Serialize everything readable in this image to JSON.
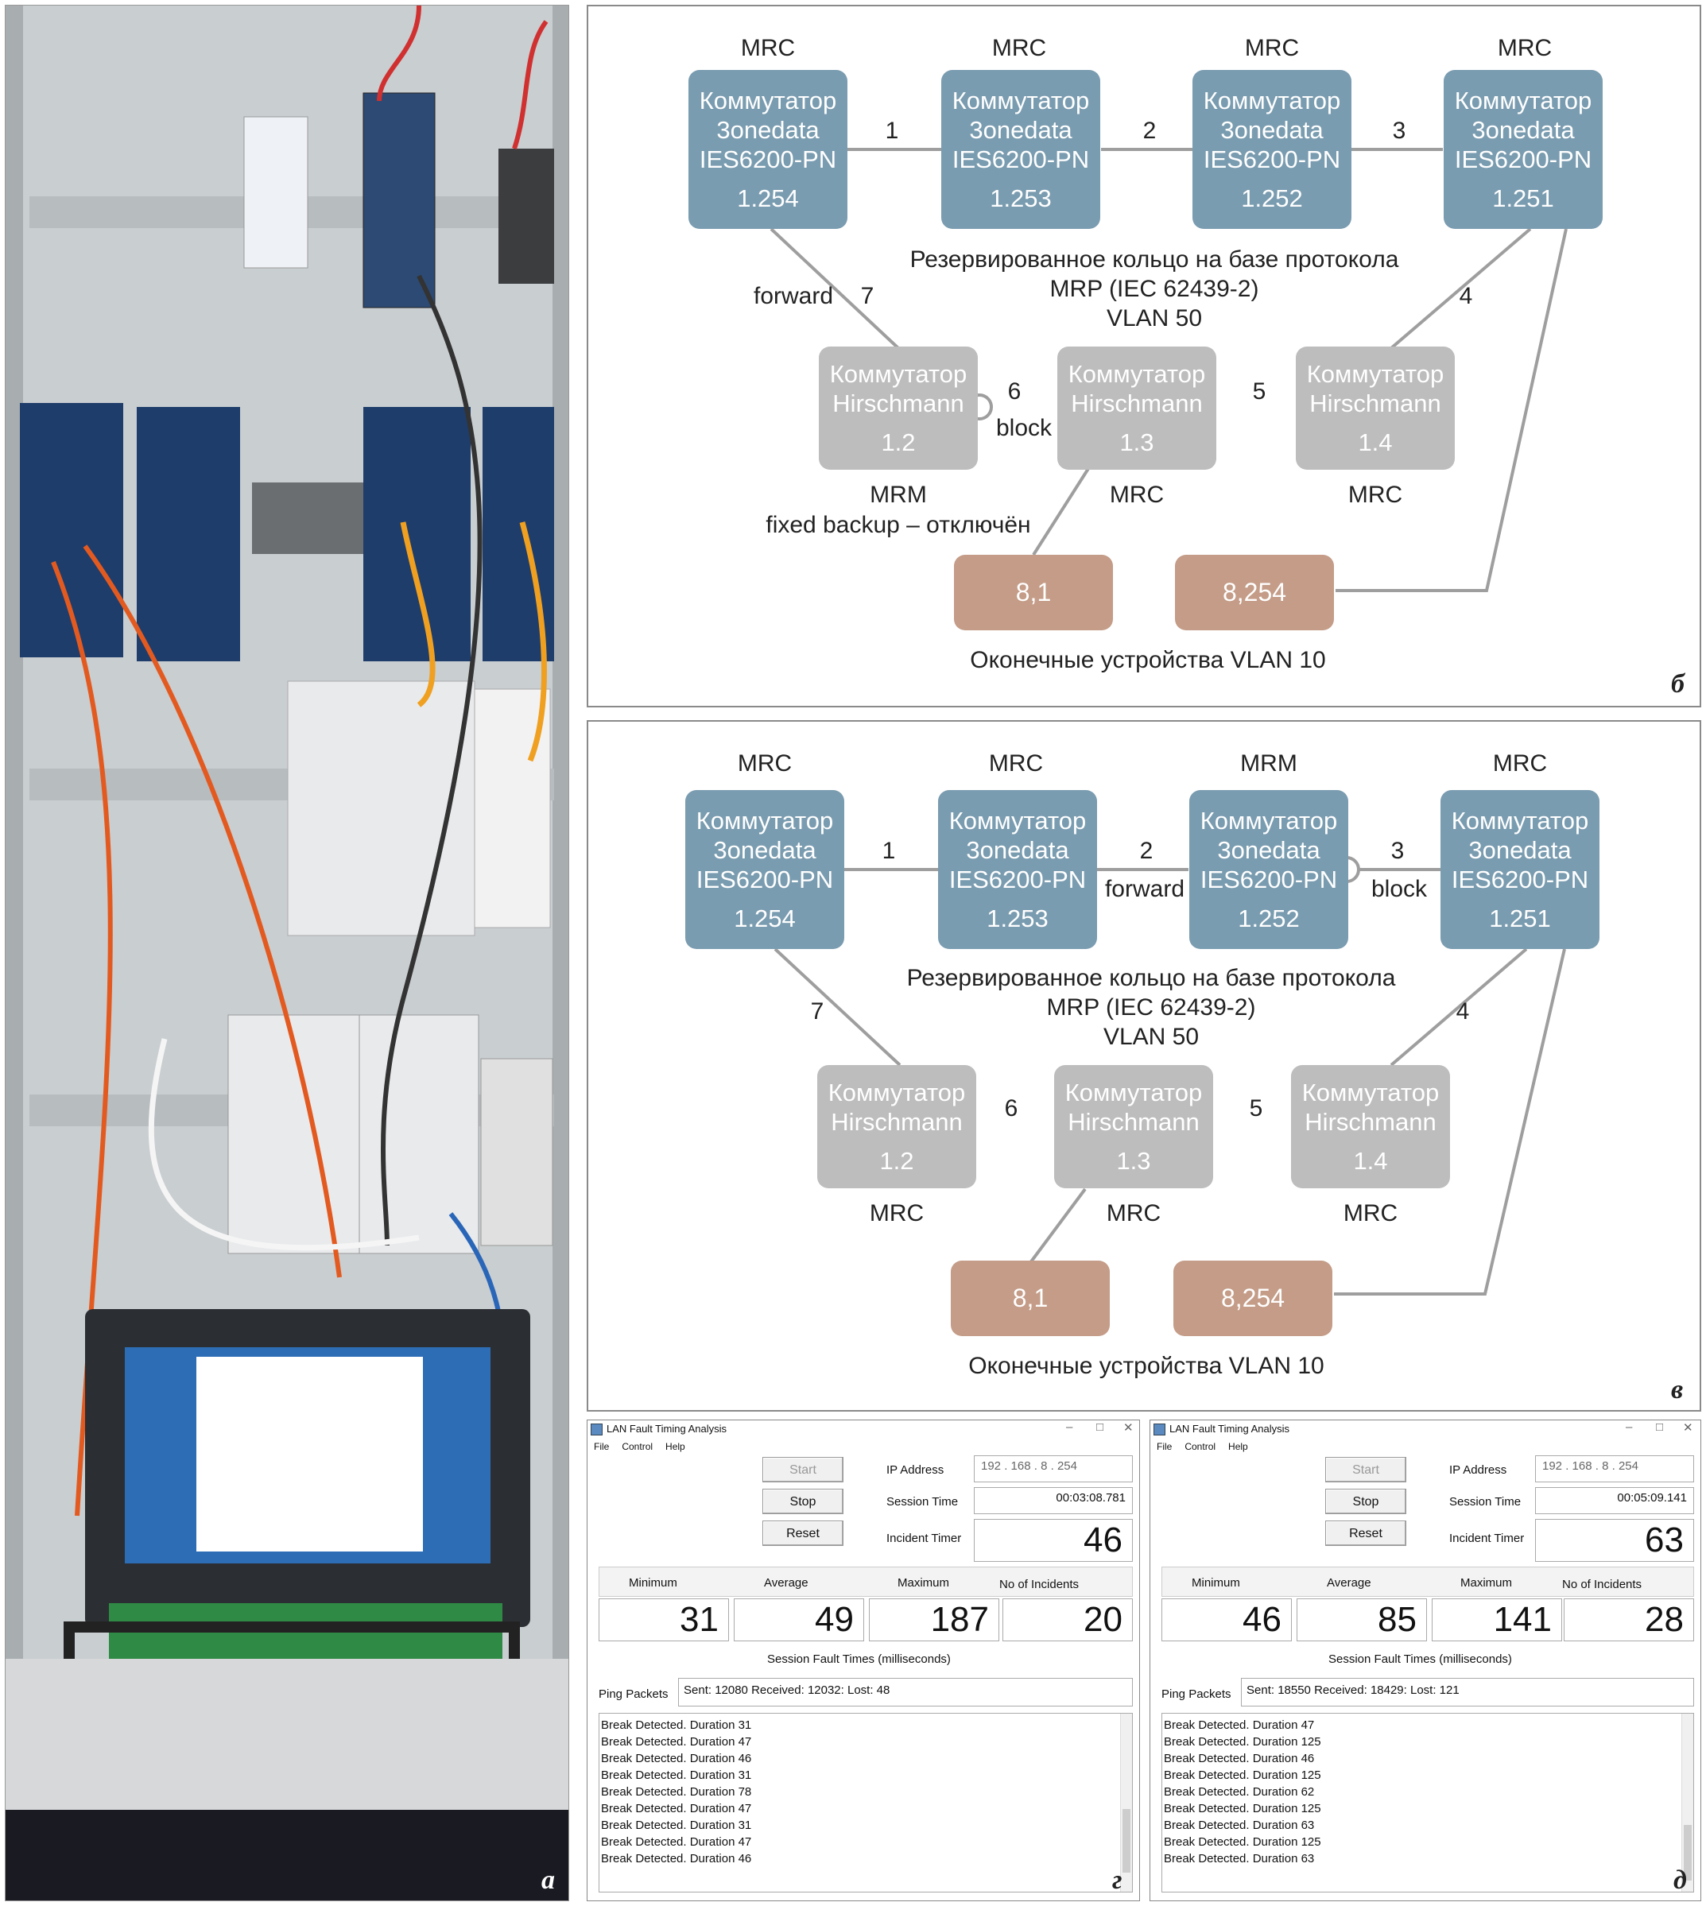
{
  "panels": {
    "a": "а",
    "b": "б",
    "v": "в",
    "g": "г",
    "d": "д"
  },
  "diagram_b": {
    "top_nodes": [
      {
        "role": "MRC",
        "line1": "Коммутатор",
        "line2": "3onedata",
        "line3": "IES6200-PN",
        "ip": "1.254"
      },
      {
        "role": "MRC",
        "line1": "Коммутатор",
        "line2": "3onedata",
        "line3": "IES6200-PN",
        "ip": "1.253"
      },
      {
        "role": "MRC",
        "line1": "Коммутатор",
        "line2": "3onedata",
        "line3": "IES6200-PN",
        "ip": "1.252"
      },
      {
        "role": "MRC",
        "line1": "Коммутатор",
        "line2": "3onedata",
        "line3": "IES6200-PN",
        "ip": "1.251"
      }
    ],
    "bottom_nodes": [
      {
        "line1": "Коммутатор",
        "line2": "Hirschmann",
        "ip": "1.2",
        "role": "MRM",
        "role2": "fixed backup – отключён"
      },
      {
        "line1": "Коммутатор",
        "line2": "Hirschmann",
        "ip": "1.3",
        "role": "MRC",
        "role2": ""
      },
      {
        "line1": "Коммутатор",
        "line2": "Hirschmann",
        "ip": "1.4",
        "role": "MRC",
        "role2": ""
      }
    ],
    "links": {
      "l1": "1",
      "l2": "2",
      "l3": "3",
      "l4": "4",
      "l5": "5",
      "l6": "6",
      "l7": "7",
      "forward": "forward",
      "block": "block"
    },
    "ring_text": [
      "Резервированное кольцо на базе протокола",
      "MRP (IEC 62439-2)",
      "VLAN 50"
    ],
    "end_devices": [
      "8,1",
      "8,254"
    ],
    "end_caption": "Оконечные устройства VLAN 10"
  },
  "diagram_v": {
    "top_nodes": [
      {
        "role": "MRC",
        "line1": "Коммутатор",
        "line2": "3onedata",
        "line3": "IES6200-PN",
        "ip": "1.254"
      },
      {
        "role": "MRC",
        "line1": "Коммутатор",
        "line2": "3onedata",
        "line3": "IES6200-PN",
        "ip": "1.253"
      },
      {
        "role": "MRM",
        "line1": "Коммутатор",
        "line2": "3onedata",
        "line3": "IES6200-PN",
        "ip": "1.252"
      },
      {
        "role": "MRC",
        "line1": "Коммутатор",
        "line2": "3onedata",
        "line3": "IES6200-PN",
        "ip": "1.251"
      }
    ],
    "bottom_nodes": [
      {
        "line1": "Коммутатор",
        "line2": "Hirschmann",
        "ip": "1.2",
        "role": "MRC"
      },
      {
        "line1": "Коммутатор",
        "line2": "Hirschmann",
        "ip": "1.3",
        "role": "MRC"
      },
      {
        "line1": "Коммутатор",
        "line2": "Hirschmann",
        "ip": "1.4",
        "role": "MRC"
      }
    ],
    "links": {
      "l1": "1",
      "l2": "2",
      "l3": "3",
      "l4": "4",
      "l5": "5",
      "l6": "6",
      "l7": "7",
      "forward": "forward",
      "block": "block"
    },
    "ring_text": [
      "Резервированное кольцо на базе протокола",
      "MRP (IEC 62439-2)",
      "VLAN 50"
    ],
    "end_devices": [
      "8,1",
      "8,254"
    ],
    "end_caption": "Оконечные устройства VLAN 10"
  },
  "app_g": {
    "title": "LAN Fault Timing Analysis",
    "menu": [
      "File",
      "Control",
      "Help"
    ],
    "buttons": {
      "start": "Start",
      "stop": "Stop",
      "reset": "Reset"
    },
    "ip_label": "IP Address",
    "ip": [
      "192",
      "168",
      "8",
      "254"
    ],
    "session_label": "Session Time",
    "session_time": "00:03:08.781",
    "incident_label": "Incident Timer",
    "incident_timer": "46",
    "stats_headers": [
      "Minimum",
      "Average",
      "Maximum",
      "No of Incidents"
    ],
    "stats_values": [
      "31",
      "49",
      "187",
      "20"
    ],
    "stats_caption": "Session Fault Times (milliseconds)",
    "ping_label": "Ping Packets",
    "ping_value": "Sent: 12080 Received: 12032: Lost: 48",
    "log": [
      "Break Detected. Duration 31",
      "Break Detected. Duration 47",
      "Break Detected. Duration 46",
      "Break Detected. Duration 31",
      "Break Detected. Duration 78",
      "Break Detected. Duration 47",
      "Break Detected. Duration 31",
      "Break Detected. Duration 47",
      "Break Detected. Duration 46"
    ]
  },
  "app_d": {
    "title": "LAN Fault Timing Analysis",
    "menu": [
      "File",
      "Control",
      "Help"
    ],
    "buttons": {
      "start": "Start",
      "stop": "Stop",
      "reset": "Reset"
    },
    "ip_label": "IP Address",
    "ip": [
      "192",
      "168",
      "8",
      "254"
    ],
    "session_label": "Session Time",
    "session_time": "00:05:09.141",
    "incident_label": "Incident Timer",
    "incident_timer": "63",
    "stats_headers": [
      "Minimum",
      "Average",
      "Maximum",
      "No of Incidents"
    ],
    "stats_values": [
      "46",
      "85",
      "141",
      "28"
    ],
    "stats_caption": "Session Fault Times (milliseconds)",
    "ping_label": "Ping Packets",
    "ping_value": "Sent: 18550 Received: 18429: Lost: 121",
    "log": [
      "Break Detected. Duration 47",
      "Break Detected. Duration 125",
      "Break Detected. Duration 46",
      "Break Detected. Duration 125",
      "Break Detected. Duration 62",
      "Break Detected. Duration 125",
      "Break Detected. Duration 63",
      "Break Detected. Duration 125",
      "Break Detected. Duration 63"
    ]
  },
  "colors": {
    "blue_node": "#7a9cb0",
    "grey_node": "#bdbdbd",
    "tan_node": "#c49c87",
    "link": "#9e9e9e"
  }
}
